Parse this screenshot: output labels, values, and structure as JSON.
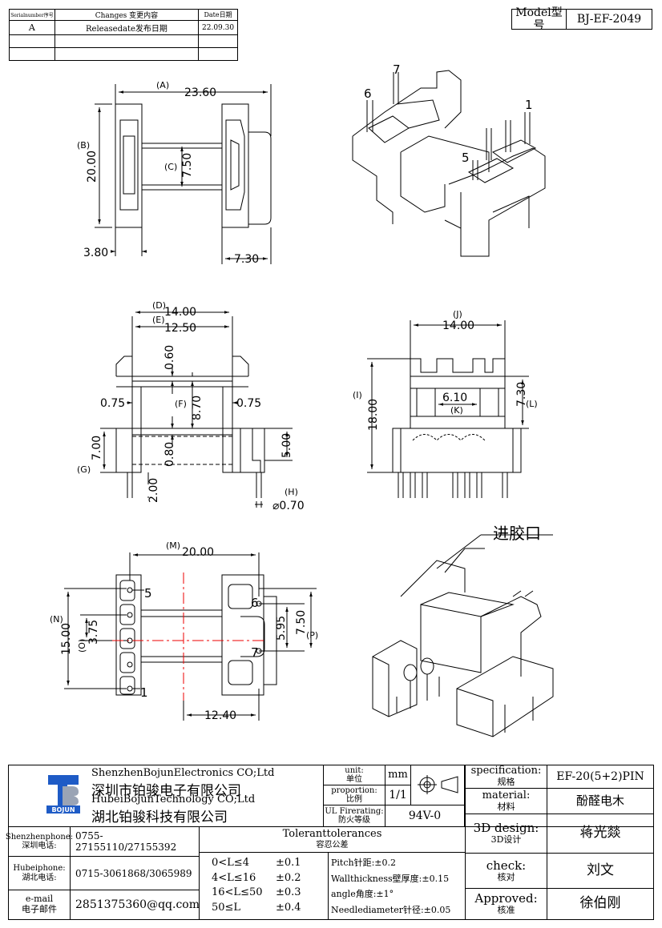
{
  "revision_table": {
    "headers": [
      "Serialnumber序号",
      "Changes 变更内容",
      "Date日期"
    ],
    "rows": [
      [
        "A",
        "Releasedate发布日期",
        "22.09.30"
      ],
      [
        "",
        "",
        ""
      ],
      [
        "",
        "",
        ""
      ]
    ]
  },
  "model": {
    "label": "Model型号",
    "value": "BJ-EF-2049"
  },
  "top_view": {
    "dims": {
      "A_label": "(A)",
      "A": "23.60",
      "B_label": "(B)",
      "B": "20.00",
      "C_label": "(C)",
      "C": "7.50",
      "w1": "3.80",
      "w2": "7.30"
    }
  },
  "iso_top": {
    "pins": [
      "7",
      "6",
      "1",
      "5"
    ]
  },
  "front_view": {
    "dims": {
      "D_label": "(D)",
      "D": "14.00",
      "E_label": "(E)",
      "E": "12.50",
      "t060": "0.60",
      "t075a": "0.75",
      "t075b": "0.75",
      "F_label": "(F)",
      "F": "8.70",
      "G_label": "(G)",
      "G": "7.00",
      "t080": "0.80",
      "t500": "5.00",
      "t200": "2.00",
      "H_label": "(H)",
      "H": "⌀0.70"
    }
  },
  "side_view": {
    "dims": {
      "J_label": "(J)",
      "J": "14.00",
      "I_label": "(I)",
      "I": "18.00",
      "K_label": "(K)",
      "K": "6.10",
      "L_label": "(L)",
      "L": "7.30"
    }
  },
  "bottom_view": {
    "dims": {
      "M_label": "(M)",
      "M": "20.00",
      "N_label": "(N)",
      "N": "15.00",
      "O_label": "(O)",
      "O": "3.75",
      "t595": "5.95",
      "P_label": "(P)",
      "P": "7.50",
      "t1240": "12.40"
    },
    "pins": [
      "5",
      "6",
      "7",
      "1"
    ]
  },
  "iso_bottom": {
    "gate_label": "进胶口"
  },
  "title_block": {
    "company_en1": "ShenzhenBojunElectronics CO;Ltd",
    "company_cn1": "深圳市铂骏电子有限公司",
    "company_en2": "HubeiBojunTechnology CO;Ltd",
    "company_cn2": "湖北铂骏科技有限公司",
    "logo_text": "BOJUN",
    "unit_label_en": "unit:",
    "unit_label_cn": "单位",
    "unit_value": "mm",
    "prop_label_en": "proportion:",
    "prop_label_cn": "比例",
    "prop_value": "1/1",
    "ul_label_en": "UL Firerating:",
    "ul_label_cn": "防火等级",
    "ul_value": "94V-0",
    "spec_label_en": "specification:",
    "spec_label_cn": "规格",
    "spec_value": "EF-20(5+2)PIN",
    "mat_label_en": "material:",
    "mat_label_cn": "材料",
    "mat_value": "酚醛电木",
    "design_label_en": "3D design:",
    "design_label_cn": "3D设计",
    "design_value": "蒋光燚",
    "check_label_en": "check:",
    "check_label_cn": "核对",
    "check_value": "刘文",
    "appr_label_en": "Approved:",
    "appr_label_cn": "核准",
    "appr_value": "徐伯刚",
    "sz_phone_label_en": "Shenzhenphone:",
    "sz_phone_label_cn": "深圳电话:",
    "sz_phone": "0755-27155110/27155392",
    "hb_phone_label_en": "Hubeiphone:",
    "hb_phone_label_cn": "湖北电话:",
    "hb_phone": "0715-3061868/3065989",
    "email_label_en": "e-mail",
    "email_label_cn": "电子邮件",
    "email": "2851375360@qq.com",
    "tol_title_en": "Toleranttolerances",
    "tol_title_cn": "容忍公差",
    "tol_ranges": [
      "0<L≤4",
      "4<L≤16",
      "16<L≤50",
      "50≤L"
    ],
    "tol_values": [
      "±0.1",
      "±0.2",
      "±0.3",
      "±0.4"
    ],
    "pitch": "Pitch针距:±0.2",
    "wall": "Wallthickness壁厚度:±0.15",
    "angle": "angle角度:±1°",
    "needle": "Needlediameter针径:±0.05"
  }
}
